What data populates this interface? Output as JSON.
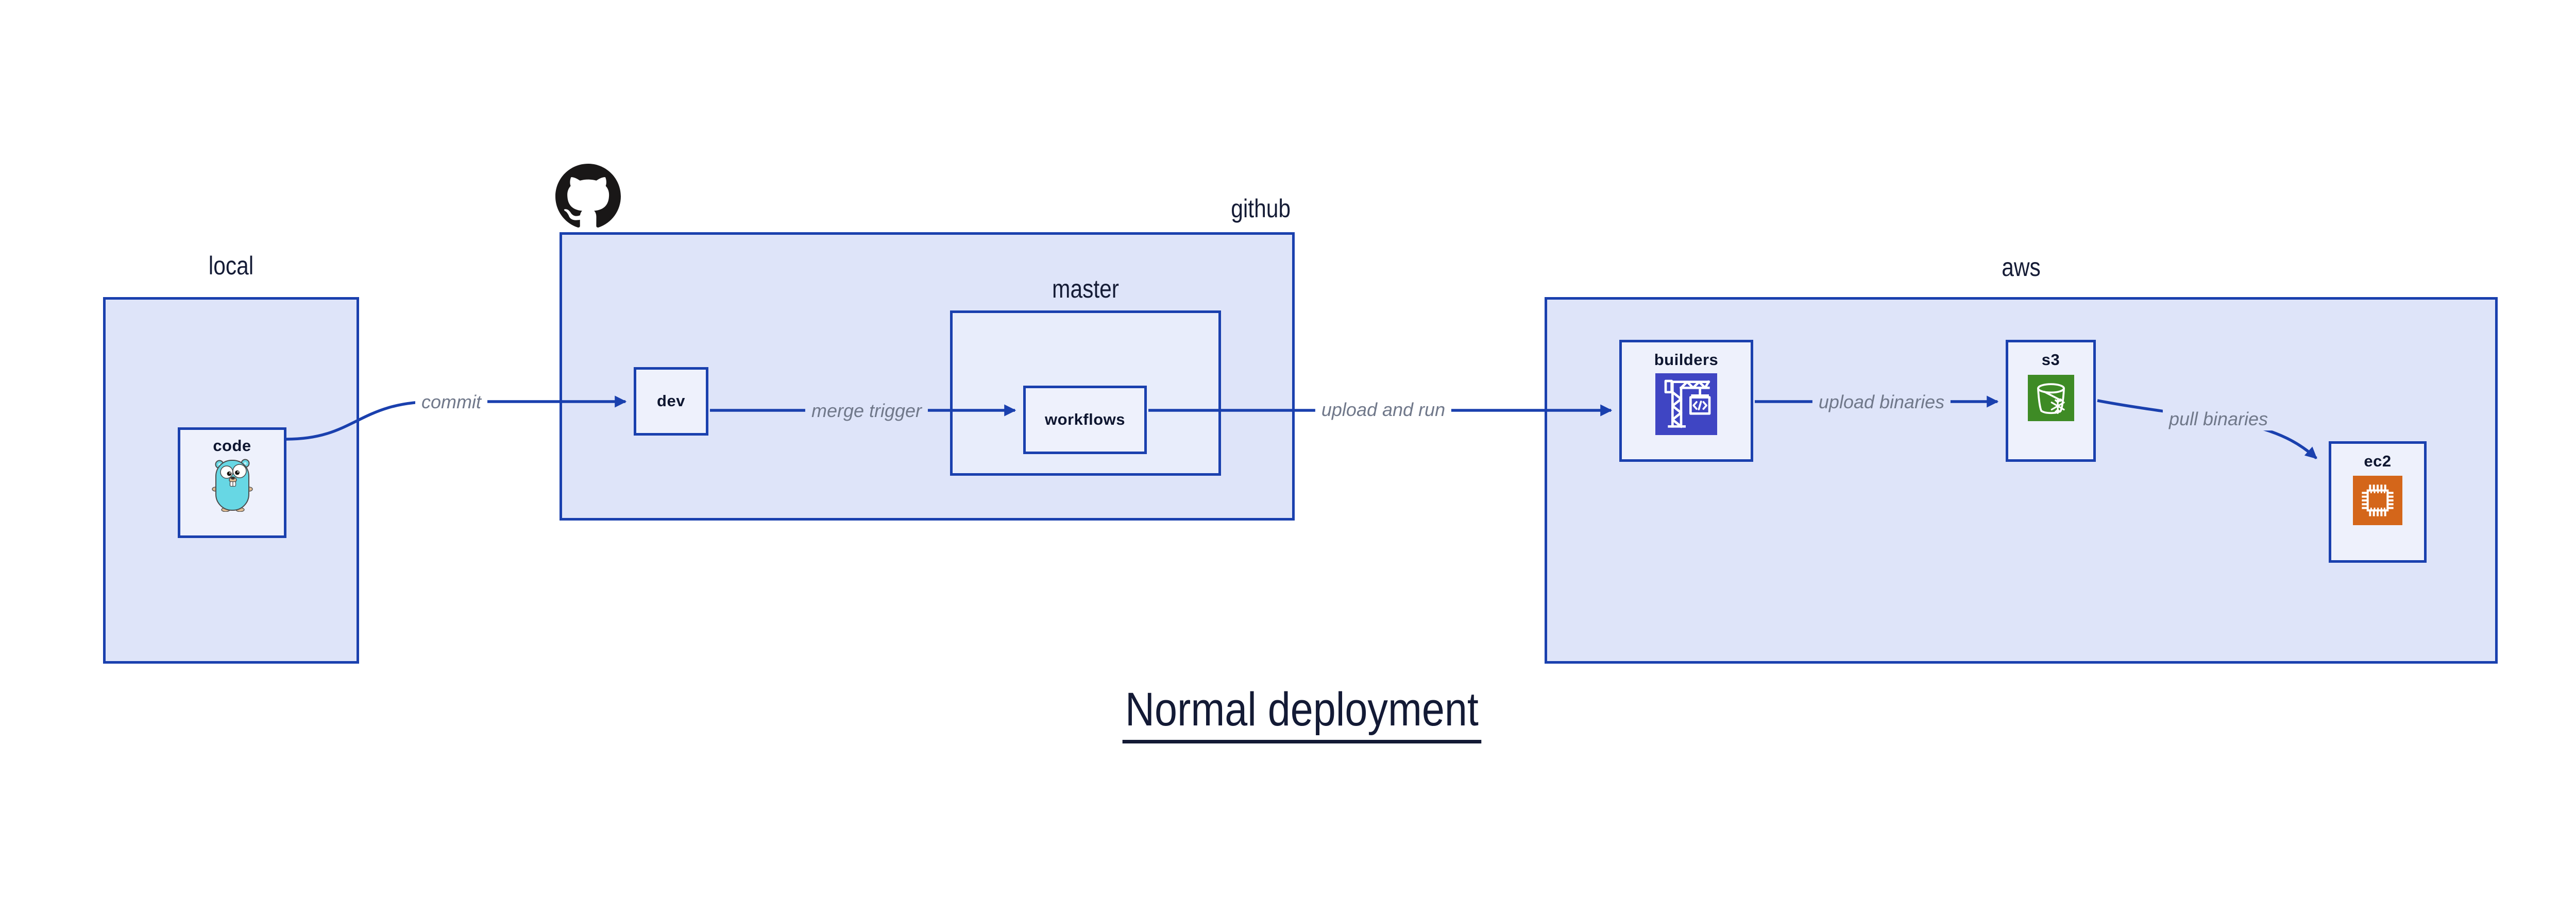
{
  "title": "Normal deployment",
  "containers": {
    "local": {
      "label": "local"
    },
    "github": {
      "label": "github",
      "logo": "github-octocat-icon"
    },
    "master": {
      "label": "master"
    },
    "aws": {
      "label": "aws"
    }
  },
  "nodes": {
    "code": {
      "label": "code",
      "icon": "go-gopher-icon"
    },
    "dev": {
      "label": "dev"
    },
    "workflows": {
      "label": "workflows"
    },
    "builders": {
      "label": "builders",
      "icon": "aws-codebuild-crane-icon"
    },
    "s3": {
      "label": "s3",
      "icon": "aws-s3-glacier-bucket-icon"
    },
    "ec2": {
      "label": "ec2",
      "icon": "aws-ec2-chip-icon"
    }
  },
  "edges": [
    {
      "id": "commit",
      "label": "commit",
      "from": "code",
      "to": "dev"
    },
    {
      "id": "merge-trigger",
      "label": "merge trigger",
      "from": "dev",
      "to": "workflows"
    },
    {
      "id": "upload-and-run",
      "label": "upload and run",
      "from": "workflows",
      "to": "builders"
    },
    {
      "id": "upload-binaries",
      "label": "upload binaries",
      "from": "builders",
      "to": "s3"
    },
    {
      "id": "pull-binaries",
      "label": "pull binaries",
      "from": "s3",
      "to": "ec2"
    }
  ],
  "colors": {
    "background": "#ffffff",
    "container_fill": "#dee4f9",
    "nested_fill": "#e8edfb",
    "node_fill": "#eef1fc",
    "border_blue": "#1a40ae",
    "arrow_blue": "#1a40ae",
    "container_label_navy": "#151c36",
    "node_label_navy": "#0e1630",
    "edge_label_gray": "#70788a",
    "title_navy": "#131a35",
    "octocat_black": "#191717",
    "codebuild_indigo": "#3f45c3",
    "s3_green": "#3e8b25",
    "ec2_orange": "#d4661a",
    "gopher_teal": "#67d7e4"
  }
}
